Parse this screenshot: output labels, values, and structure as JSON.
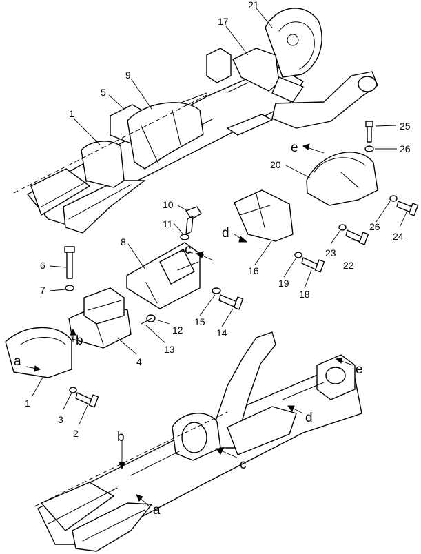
{
  "callouts": [
    "1",
    "2",
    "3",
    "4",
    "5",
    "6",
    "7",
    "8",
    "9",
    "10",
    "11",
    "12",
    "13",
    "14",
    "15",
    "16",
    "17",
    "18",
    "19",
    "20",
    "21",
    "22",
    "23",
    "24",
    "25",
    "26"
  ],
  "ref_letters": [
    "a",
    "b",
    "c",
    "d",
    "e"
  ]
}
